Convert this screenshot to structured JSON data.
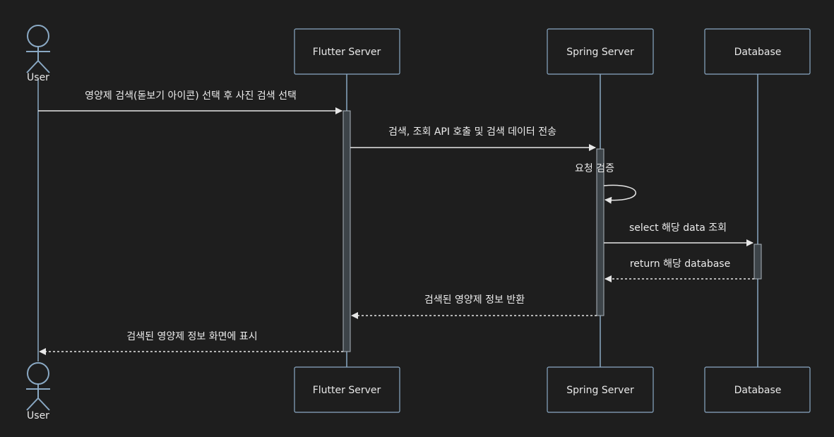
{
  "participants": {
    "user": "User",
    "flutter": "Flutter Server",
    "spring": "Spring Server",
    "database": "Database"
  },
  "messages": [
    {
      "text": "영양제 검색(돋보기 아이콘) 선택 후 사진 검색 선택",
      "style": "solid"
    },
    {
      "text": "검색, 조회 API 호출 및 검색 데이터 전송",
      "style": "solid"
    },
    {
      "text": "요청 검증",
      "style": "solid"
    },
    {
      "text": "select 해당 data 조회",
      "style": "solid"
    },
    {
      "text": "return 해당 database",
      "style": "dashed"
    },
    {
      "text": "검색된 영양제 정보 반환",
      "style": "dashed"
    },
    {
      "text": "검색된 영양제 정보 화면에 표시",
      "style": "dashed"
    }
  ],
  "colors": {
    "background": "#1e1e1e",
    "lifeline": "#8aa9c4",
    "text": "#e8e8e8",
    "activation": "#3d4449"
  }
}
